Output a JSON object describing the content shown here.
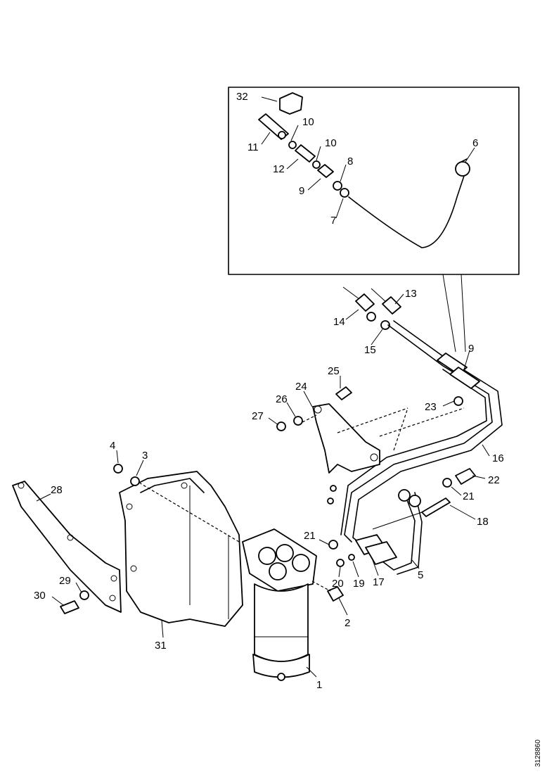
{
  "diagram": {
    "callouts": [
      "32",
      "10",
      "11",
      "10",
      "12",
      "8",
      "9",
      "7",
      "6",
      "13",
      "14",
      "15",
      "9",
      "25",
      "24",
      "26",
      "27",
      "23",
      "16",
      "4",
      "3",
      "28",
      "22",
      "21",
      "18",
      "21",
      "29",
      "30",
      "20",
      "19",
      "17",
      "5",
      "2",
      "31",
      "1"
    ],
    "document_id": "3128860"
  }
}
